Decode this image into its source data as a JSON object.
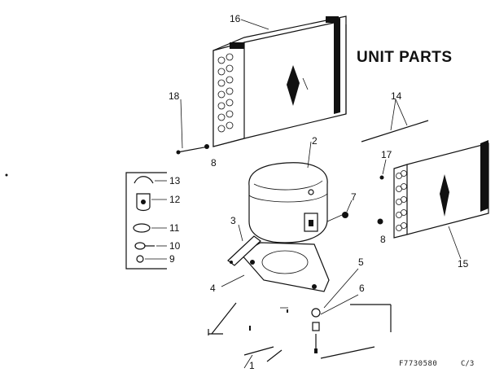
{
  "title": "UNIT PARTS",
  "catalog_number": "F7730580",
  "sheet": "C/3",
  "callouts": {
    "c1": "1",
    "c2": "2",
    "c3": "3",
    "c4": "4",
    "c5": "5",
    "c6": "6",
    "c7": "7",
    "c8a": "8",
    "c8b": "8",
    "c9": "9",
    "c10": "10",
    "c11": "11",
    "c12": "12",
    "c13": "13",
    "c14": "14",
    "c15": "15",
    "c16": "16",
    "c17": "17",
    "c18": "18"
  }
}
